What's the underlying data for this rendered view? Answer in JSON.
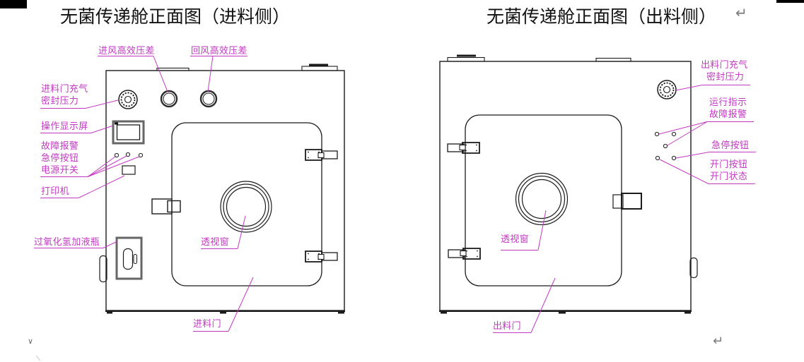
{
  "colors": {
    "drawing_line": "#1b1b1b",
    "panel_border_gray": "#666666",
    "annotation_magenta": "#c23ac2",
    "mark_gray": "#7a7a7a"
  },
  "left_view": {
    "title": "无菌传递舱正面图（进料侧）",
    "labels": {
      "inlet_hepa_dp": "进风高效压差",
      "return_hepa_dp": "回风高效压差",
      "door_seal_line1": "进料门充气",
      "door_seal_line2": "密封压力",
      "display": "操作显示屏",
      "fault_alarm": "故障报警",
      "estop": "急停按钮",
      "power_switch": "电源开关",
      "printer": "打印机",
      "h2o2_bottle": "过氧化氢加液瓶",
      "window": "透视窗",
      "door": "进料门"
    }
  },
  "right_view": {
    "title": "无菌传递舱正面图（出料侧）",
    "labels": {
      "door_seal_line1": "出料门充气",
      "door_seal_line2": "密封压力",
      "run_indicator": "运行指示",
      "fault_alarm": "故障报警",
      "estop": "急停按钮",
      "open_button": "开门按钮",
      "open_status": "开门状态",
      "window": "透视窗",
      "door": "出料门"
    }
  },
  "marks": {
    "return_mark": "↵",
    "chevron_mark": "∨"
  },
  "icons": {
    "gauge": "pressure-gauge-dial",
    "port": "hepa-pressure-port",
    "display": "touch-screen",
    "dot": "indicator-light",
    "printer": "printer-slot",
    "bottle_panel": "h2o2-bottle-panel",
    "window": "circular-view-window",
    "latch": "door-latch",
    "hinge": "door-hinge"
  }
}
